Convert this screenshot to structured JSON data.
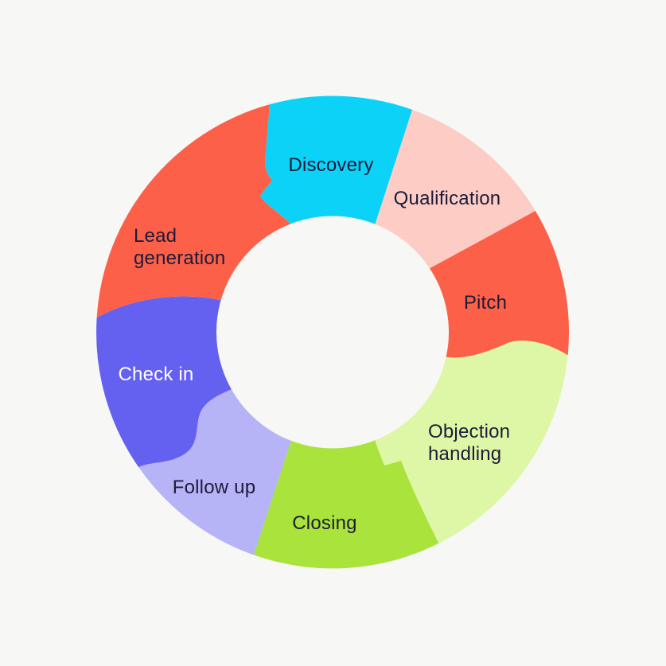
{
  "background_color": "#f7f7f5",
  "hole_color": "#f9f9f7",
  "label_color_dark": "#1c1b38",
  "label_color_light": "#ffffff",
  "diagram": {
    "type": "cycle-donut",
    "segments": [
      {
        "id": "discovery",
        "label": "Discovery",
        "color": "#0cd2f7",
        "label_color": "#1c1b38"
      },
      {
        "id": "qualification",
        "label": "Qualification",
        "color": "#fdcdc5",
        "label_color": "#1c1b38"
      },
      {
        "id": "pitch",
        "label": "Pitch",
        "color": "#fc6049",
        "label_color": "#1c1b38"
      },
      {
        "id": "objection-handling",
        "label": "Objection handling",
        "color": "#def7a6",
        "label_color": "#1c1b38"
      },
      {
        "id": "closing",
        "label": "Closing",
        "color": "#a9e33c",
        "label_color": "#1c1b38"
      },
      {
        "id": "follow-up",
        "label": "Follow up",
        "color": "#b6b3f6",
        "label_color": "#1c1b38"
      },
      {
        "id": "check-in",
        "label": "Check in",
        "color": "#6561f0",
        "label_color": "#ffffff"
      },
      {
        "id": "lead-generation",
        "label": "Lead generation",
        "color": "#fc6049",
        "label_color": "#1c1b38"
      }
    ]
  }
}
